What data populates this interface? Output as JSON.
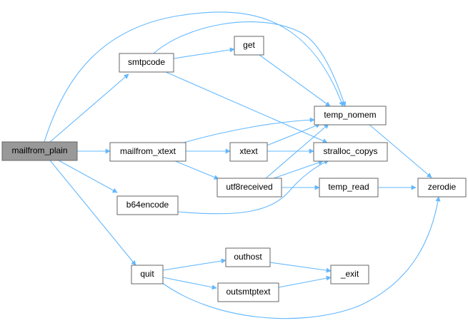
{
  "colors": {
    "edge": "#63b8ff",
    "root_fill": "#999999",
    "node_fill": "#ffffff",
    "node_border": "#666666"
  },
  "nodes": {
    "mailfrom_plain": "mailfrom_plain",
    "smtpcode": "smtpcode",
    "get": "get",
    "temp_nomem": "temp_nomem",
    "mailfrom_xtext": "mailfrom_xtext",
    "xtext": "xtext",
    "stralloc_copys": "stralloc_copys",
    "utf8received": "utf8received",
    "temp_read": "temp_read",
    "zerodie": "zerodie",
    "b64encode": "b64encode",
    "quit": "quit",
    "outhost": "outhost",
    "outsmtptext": "outsmtptext",
    "_exit": "_exit"
  },
  "edges": [
    [
      "mailfrom_plain",
      "smtpcode"
    ],
    [
      "mailfrom_plain",
      "temp_nomem"
    ],
    [
      "mailfrom_plain",
      "mailfrom_xtext"
    ],
    [
      "mailfrom_plain",
      "b64encode"
    ],
    [
      "mailfrom_plain",
      "quit"
    ],
    [
      "smtpcode",
      "get"
    ],
    [
      "smtpcode",
      "temp_nomem"
    ],
    [
      "smtpcode",
      "stralloc_copys"
    ],
    [
      "get",
      "temp_nomem"
    ],
    [
      "mailfrom_xtext",
      "temp_nomem"
    ],
    [
      "mailfrom_xtext",
      "xtext"
    ],
    [
      "mailfrom_xtext",
      "utf8received"
    ],
    [
      "xtext",
      "temp_nomem"
    ],
    [
      "xtext",
      "stralloc_copys"
    ],
    [
      "utf8received",
      "temp_nomem"
    ],
    [
      "utf8received",
      "stralloc_copys"
    ],
    [
      "utf8received",
      "temp_read"
    ],
    [
      "temp_nomem",
      "zerodie"
    ],
    [
      "temp_read",
      "zerodie"
    ],
    [
      "b64encode",
      "stralloc_copys"
    ],
    [
      "quit",
      "outhost"
    ],
    [
      "quit",
      "outsmtptext"
    ],
    [
      "quit",
      "zerodie"
    ],
    [
      "outhost",
      "_exit"
    ],
    [
      "outsmtptext",
      "_exit"
    ]
  ]
}
